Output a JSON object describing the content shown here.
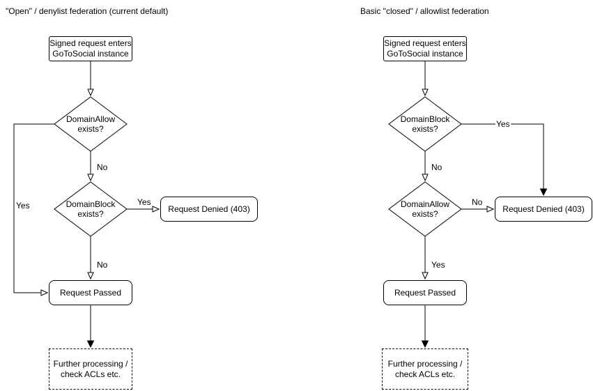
{
  "diagrams": {
    "left": {
      "title": "\"Open\" / denylist federation (current default)",
      "start": "Signed request enters\nGoToSocial instance",
      "decision1": "DomainAllow\nexists?",
      "decision2": "DomainBlock\nexists?",
      "denied": "Request Denied (403)",
      "passed": "Request Passed",
      "further": "Further processing /\ncheck ACLs etc.",
      "edge_labels": {
        "loop_yes": "Yes",
        "d1_to_d2": "No",
        "d2_to_denied": "Yes",
        "d2_to_passed": "No"
      }
    },
    "right": {
      "title": "Basic \"closed\" / allowlist federation",
      "start": "Signed request enters\nGoToSocial instance",
      "decision1": "DomainBlock\nexists?",
      "decision2": "DomainAllow\nexists?",
      "denied": "Request Denied (403)",
      "passed": "Request Passed",
      "further": "Further processing /\ncheck ACLs etc.",
      "edge_labels": {
        "d1_to_denied": "Yes",
        "d1_to_d2": "No",
        "d2_to_denied": "No",
        "d2_to_passed": "Yes"
      }
    }
  },
  "colors": {
    "stroke": "#000000",
    "fill": "#ffffff"
  }
}
